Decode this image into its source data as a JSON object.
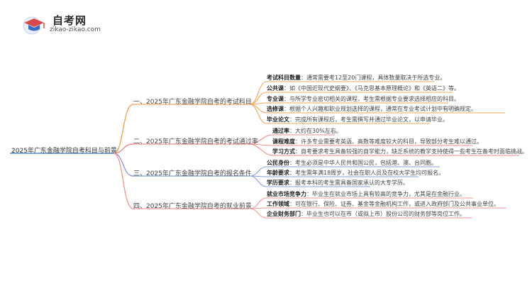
{
  "brand": {
    "name": "自考网",
    "domain": "zikao-zikao.com",
    "icon": "graduation-cap-icon"
  },
  "root": "2025年广东金融学院自考科目与前景",
  "colors": {
    "b1": "#f0a75a",
    "b2": "#f08c8c",
    "b3": "#8aa0dc",
    "b4": "#f29a9a",
    "root": "#5a8fd6"
  },
  "branches": [
    {
      "title": "一、2025年广东金融学院自考的考试科目",
      "items": [
        {
          "label": "考试科目数量",
          "text": "：通常需要考12至20门课程，具体数量取决于所选专业。"
        },
        {
          "label": "公共课",
          "text": "：如《中国近现代史纲要》、《马克思基本原理概论》和《英语二》等。"
        },
        {
          "label": "专业课",
          "text": "：与所学专业密切相关的课程，考生需根据专业要求选择相应的科目。"
        },
        {
          "label": "选修课",
          "text": "：根据个人兴趣和职业规划选择的课程，通常在专业考试计划中有明确规定。"
        },
        {
          "label": "毕业论文",
          "text": "：完成所有课程后，考生需撰写并通过毕业论文，以申请毕业。"
        }
      ]
    },
    {
      "title": "二、2025年广东金融学院自考的考试通过率",
      "items": [
        {
          "label": "通过率",
          "text": "：大约在30%左右。"
        },
        {
          "label": "课程难度",
          "text": "：许多专业需要考英语、高数等难度较大的科目，导致部分考生难以通过。"
        },
        {
          "label": "学习方式",
          "text": "：自考要求考生具备较强的自学能力，缺乏系统的教学支持使得一些考生在备考时面临挑战。"
        }
      ]
    },
    {
      "title": "三、2025年广东金融学院自考的报名条件",
      "items": [
        {
          "label": "公民身份",
          "text": "：考生必须是中华人民共和国公民，包括港、澳、台同胞。"
        },
        {
          "label": "年龄要求",
          "text": "：考生需年满18周岁，社会在职人员及在校大学生均可报名。"
        },
        {
          "label": "学历要求",
          "text": "：报考本科的考生需具备国家承认的大专学历。"
        }
      ]
    },
    {
      "title": "四、2025年广东金融学院自考的就业前景",
      "items": [
        {
          "label": "就业市场竞争力",
          "text": "：毕业生在就业市场上具有较高的竞争力，尤其是在金融行业。"
        },
        {
          "label": "工作领域",
          "text": "：可在银行、保险、证券、基金等金融机构工作，或进入政府部门及公共事业单位。"
        },
        {
          "label": "企业财务部门",
          "text": "：毕业生也可以在市（或拟上市）股份公司的财务部等岗位工作。"
        }
      ]
    }
  ]
}
